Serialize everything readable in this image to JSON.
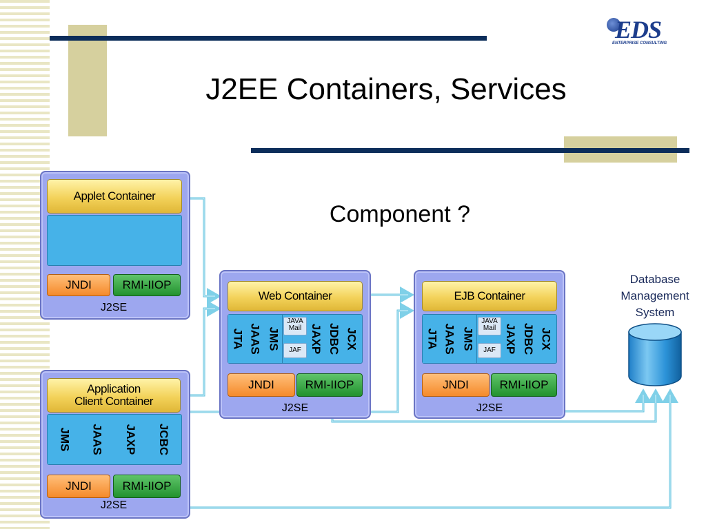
{
  "title": "J2EE Containers, Services",
  "subtitle": "Component ?",
  "logo": {
    "text": "EDS",
    "tagline": "ENTERPRISE CONSULTING"
  },
  "applet": {
    "header": "Applet Container",
    "jndi": "JNDI",
    "rmi": "RMI-IIOP",
    "platform": "J2SE"
  },
  "appclient": {
    "header_line1": "Application",
    "header_line2": "Client Container",
    "services": [
      "JMS",
      "JAAS",
      "JAXP",
      "JCBC"
    ],
    "jndi": "JNDI",
    "rmi": "RMI-IIOP",
    "platform": "J2SE"
  },
  "web": {
    "header": "Web Container",
    "services": [
      "JTA",
      "JAAS",
      "JMS",
      "JAXP",
      "JDBC",
      "JCX"
    ],
    "javamail": "JAVA Mail",
    "jaf": "JAF",
    "jndi": "JNDI",
    "rmi": "RMI-IIOP",
    "platform": "J2SE"
  },
  "ejb": {
    "header": "EJB Container",
    "services": [
      "JTA",
      "JAAS",
      "JMS",
      "JAXP",
      "JDBC",
      "JCX"
    ],
    "javamail": "JAVA Mail",
    "jaf": "JAF",
    "jndi": "JNDI",
    "rmi": "RMI-IIOP",
    "platform": "J2SE"
  },
  "database": {
    "line1": "Database",
    "line2": "Management",
    "line3": "System"
  },
  "colors": {
    "navy": "#0c2d5a",
    "tan": "#d6d09e",
    "panel": "#9da7ef",
    "service_blue": "#46b2e8",
    "connector": "#5fc2de"
  }
}
